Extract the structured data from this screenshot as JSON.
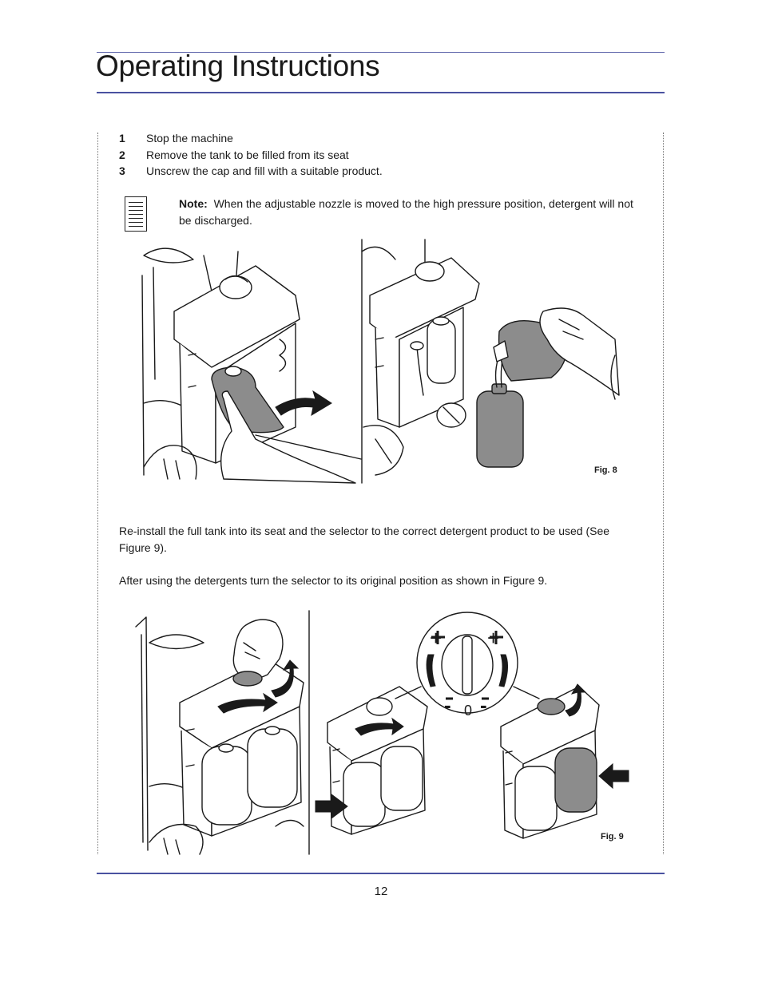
{
  "page": {
    "title": "Operating Instructions",
    "page_number": "12"
  },
  "steps": [
    {
      "num": "1",
      "text": "Stop the machine"
    },
    {
      "num": "2",
      "text": "Remove the tank to be filled from its seat"
    },
    {
      "num": "3",
      "text": "Unscrew the cap and fill with a suitable product."
    }
  ],
  "note": {
    "label": "Note:",
    "text": "When the adjustable nozzle is moved to the high pressure position, detergent will not be discharged."
  },
  "figures": {
    "fig8_label": "Fig. 8",
    "fig9_label": "Fig. 9",
    "selector_plus": "+",
    "selector_minus": "-",
    "selector_zero": "0"
  },
  "paragraphs": {
    "reinstall": "Re-install the full tank into its seat and the selector to the correct detergent product to be used (See Figure 9).",
    "after": "After using the detergents turn the selector to its original position as shown in Figure 9."
  },
  "icons": {
    "note_icon": "note-icon"
  }
}
